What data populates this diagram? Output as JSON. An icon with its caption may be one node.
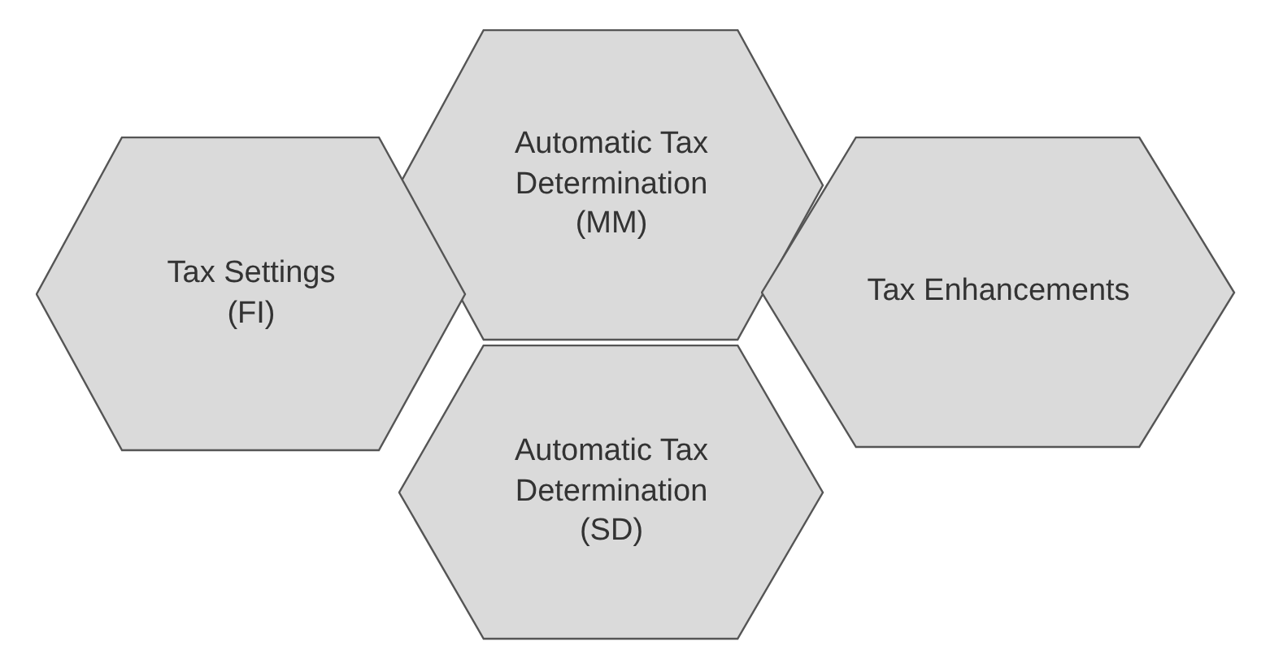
{
  "diagram": {
    "nodes": [
      {
        "text": [
          "Automatic Tax Determination (MM)"
        ]
      },
      {
        "text": [
          "Tax Settings (FI)"
        ]
      },
      {
        "text": [
          "Tax Enhancements"
        ]
      },
      {
        "text": [
          "Automatic Tax Determination (SD)"
        ]
      }
    ]
  }
}
